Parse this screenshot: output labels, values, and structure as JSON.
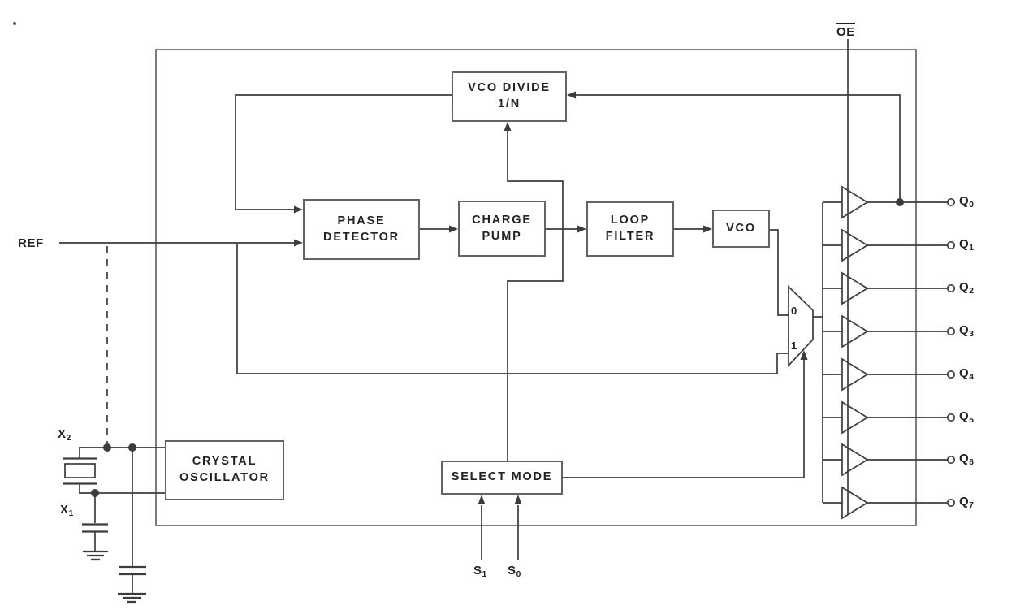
{
  "colors": {
    "background": "#ffffff",
    "wire": "#3c3c3c",
    "chip_border": "#7d7d7d",
    "block_border": "#636363",
    "text": "#222222"
  },
  "chip": {
    "blocks": {
      "vco_divide": {
        "line1": "VCO DIVIDE",
        "line2": "1/N"
      },
      "phase_detector": {
        "line1": "PHASE",
        "line2": "DETECTOR"
      },
      "charge_pump": {
        "line1": "CHARGE",
        "line2": "PUMP"
      },
      "loop_filter": {
        "line1": "LOOP",
        "line2": "FILTER"
      },
      "vco": {
        "line1": "VCO"
      },
      "select_mode": {
        "line1": "SELECT MODE"
      },
      "crystal_oscillator": {
        "line1": "CRYSTAL",
        "line2": "OSCILLATOR"
      }
    },
    "mux": {
      "label_0": "0",
      "label_1": "1"
    }
  },
  "pins": {
    "ref": "REF",
    "oe": "OE",
    "x2": {
      "base": "X",
      "sub": "2"
    },
    "x1": {
      "base": "X",
      "sub": "1"
    },
    "s1": {
      "base": "S",
      "sub": "1"
    },
    "s0": {
      "base": "S",
      "sub": "0"
    },
    "outputs": [
      {
        "base": "Q",
        "sub": "0"
      },
      {
        "base": "Q",
        "sub": "1"
      },
      {
        "base": "Q",
        "sub": "2"
      },
      {
        "base": "Q",
        "sub": "3"
      },
      {
        "base": "Q",
        "sub": "4"
      },
      {
        "base": "Q",
        "sub": "5"
      },
      {
        "base": "Q",
        "sub": "6"
      },
      {
        "base": "Q",
        "sub": "7"
      }
    ]
  }
}
